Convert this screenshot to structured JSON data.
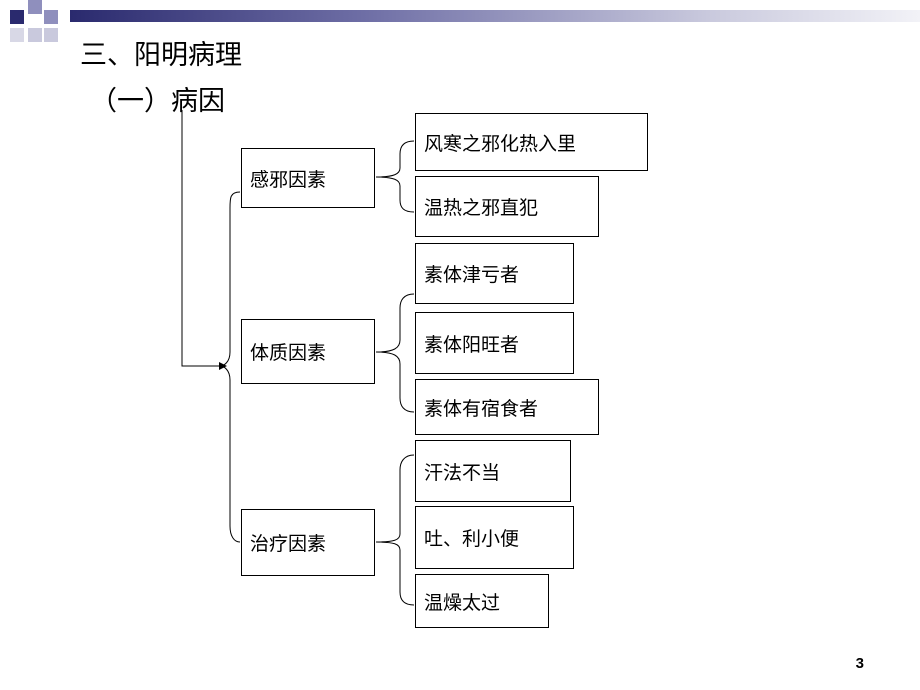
{
  "title": "三、阳明病理",
  "subtitle": "（一）病因",
  "categories": [
    {
      "label": "感邪因素",
      "items": [
        "风寒之邪化热入里",
        "温热之邪直犯"
      ]
    },
    {
      "label": "体质因素",
      "items": [
        "素体津亏者",
        "素体阳旺者",
        "素体有宿食者"
      ]
    },
    {
      "label": "治疗因素",
      "items": [
        "汗法不当",
        "吐、利小便",
        "温燥太过"
      ]
    }
  ],
  "page_number": "3",
  "colors": {
    "accent_dark": "#2a2a6e",
    "accent_light": "#8f8fbd"
  }
}
